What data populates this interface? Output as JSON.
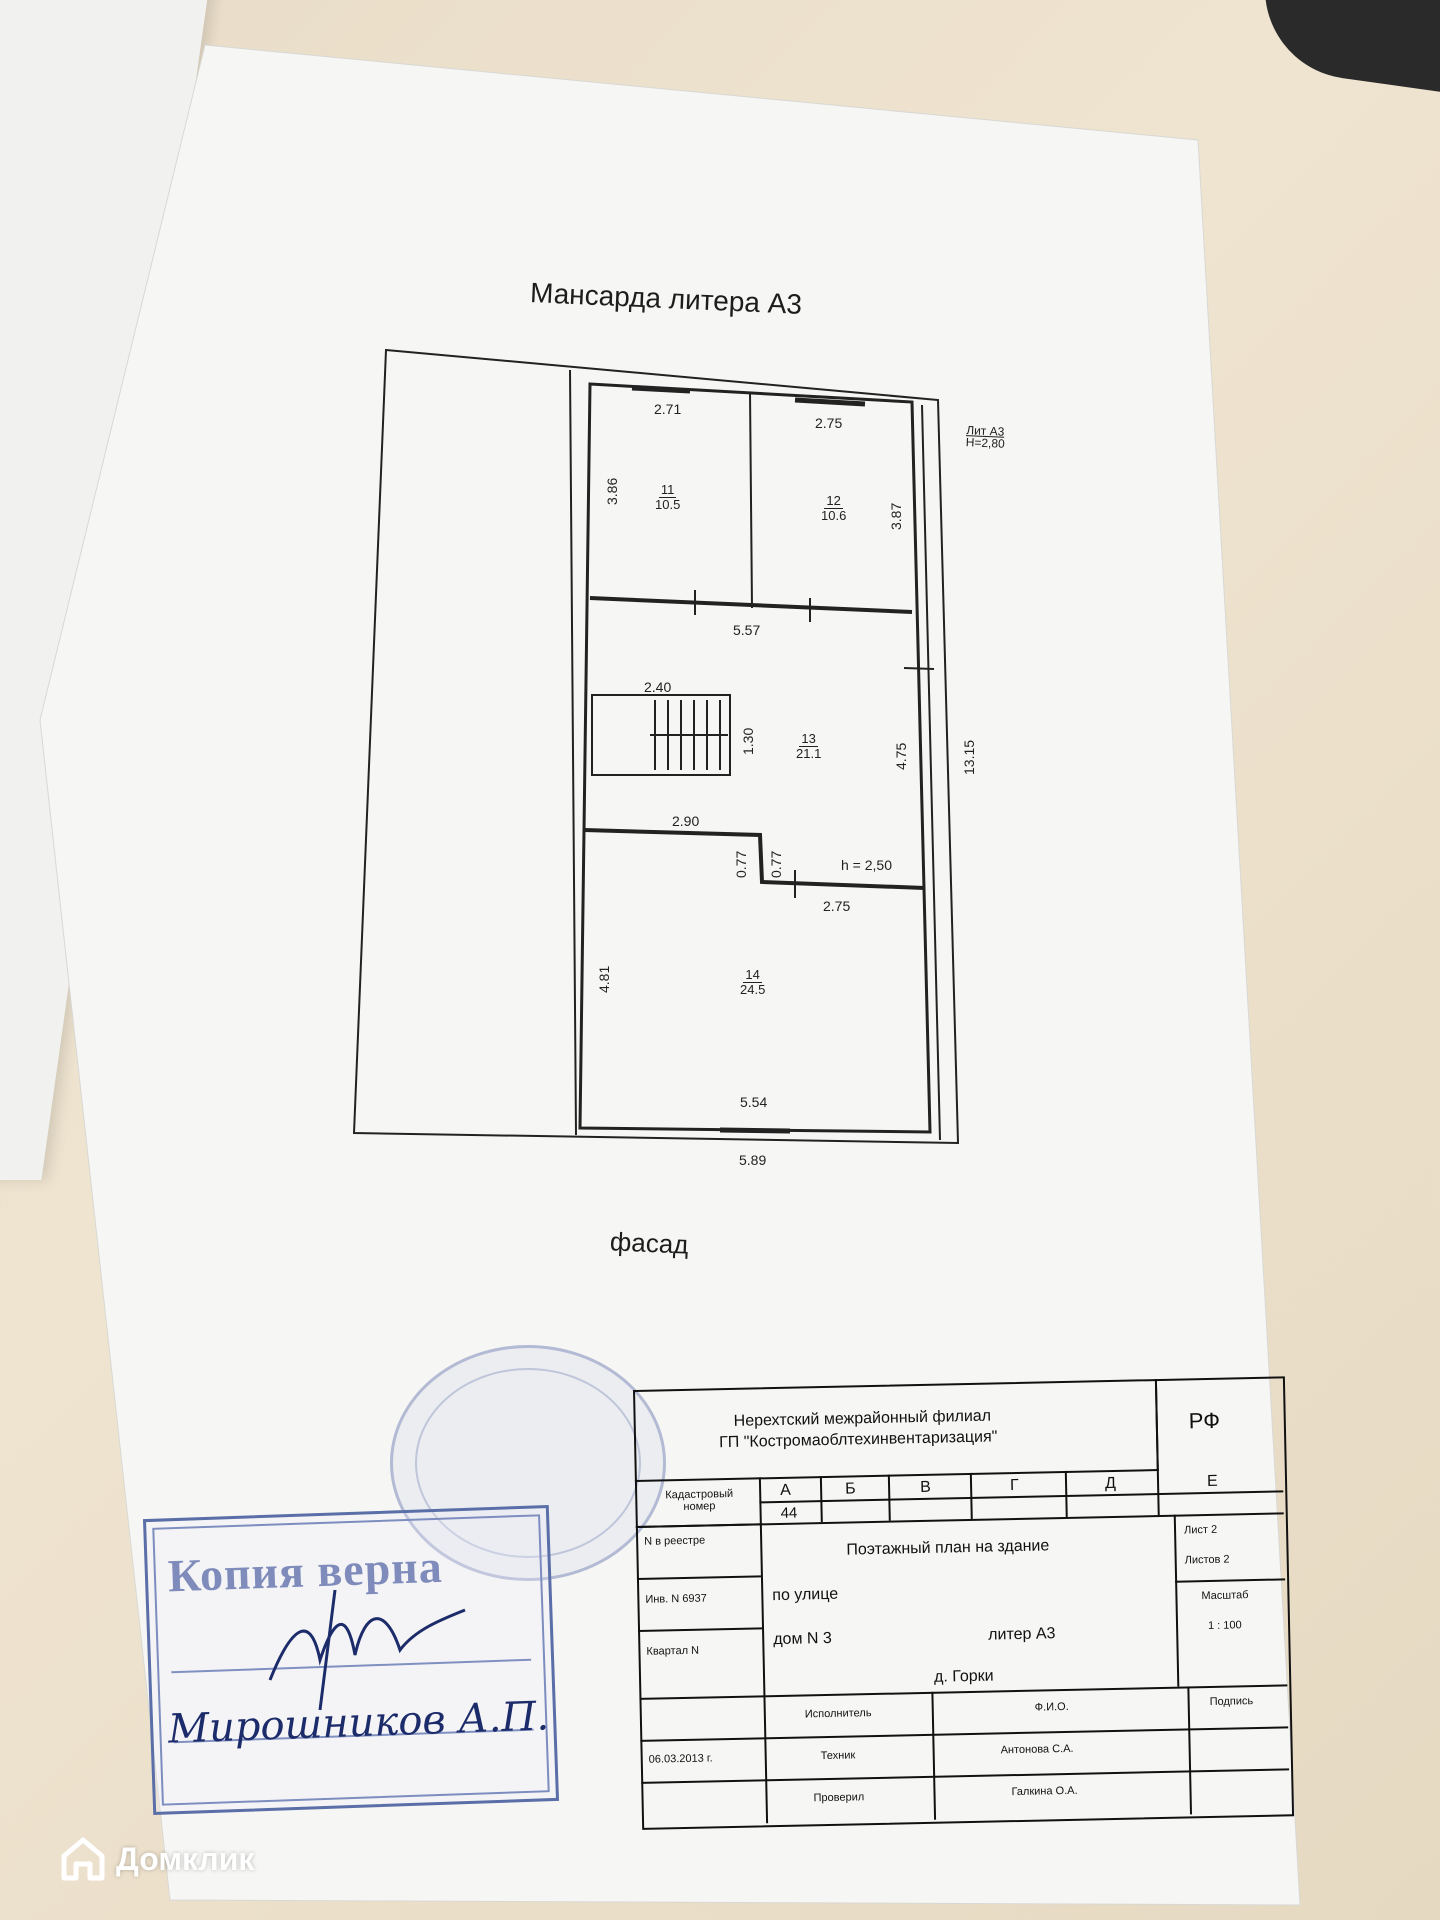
{
  "plan": {
    "title": "Мансарда литера А3",
    "facade_label": "фасад",
    "lit_label": "Лит А3",
    "height_label": "H=2,80",
    "dims": {
      "top_left": "2.71",
      "top_right": "2.75",
      "left_room11": "3.86",
      "right_room12": "3.87",
      "corridor": "5.57",
      "stair_width": "2.40",
      "stair_height": "1.30",
      "right_room13": "4.75",
      "overall_right": "13.15",
      "mid_290": "2.90",
      "notch_a": "0.77",
      "notch_b": "0.77",
      "h_label": "h = 2,50",
      "mid_275": "2.75",
      "left_room14": "4.81",
      "bottom_inner": "5.54",
      "bottom_outer": "5.89"
    },
    "rooms": [
      {
        "num": "11",
        "area": "10.5"
      },
      {
        "num": "12",
        "area": "10.6"
      },
      {
        "num": "13",
        "area": "21.1"
      },
      {
        "num": "14",
        "area": "24.5"
      }
    ]
  },
  "stamp": {
    "text": "Копия верна",
    "signature": "Мирошников А.П."
  },
  "title_block": {
    "org_line1": "Нерехтский межрайонный филиал",
    "org_line2": "ГП \"Костромаоблтехинвентаризация\"",
    "country": "РФ",
    "cadastral_label": "Кадастровый номер",
    "letters": [
      "А",
      "Б",
      "В",
      "Г",
      "Д",
      "Е"
    ],
    "cadastral_value": "44",
    "registry_label": "N в реестре",
    "inv_label": "Инв. N 6937",
    "quarter_label": "Квартал N",
    "plan_title": "Поэтажный план на здание",
    "street_label": "по улице",
    "house_label": "дом N 3",
    "liter_label": "литер А3",
    "village": "д. Горки",
    "sheet_label": "Лист 2",
    "sheets_label": "Листов 2",
    "scale_label": "Масштаб",
    "scale_value": "1 : 100",
    "executor_label": "Исполнитель",
    "fio_label": "Ф.И.О.",
    "signature_label": "Подпись",
    "date": "06.03.2013 г.",
    "technician_label": "Техник",
    "technician_name": "Антонова С.А.",
    "checked_label": "Проверил",
    "checked_name": "Галкина О.А."
  },
  "watermark": {
    "brand": "Домклик"
  }
}
